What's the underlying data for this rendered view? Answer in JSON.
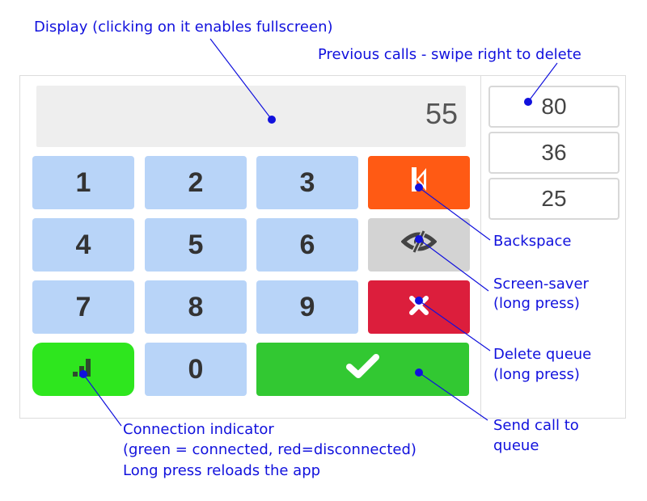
{
  "display": {
    "value": "55"
  },
  "keypad": {
    "digits": [
      "1",
      "2",
      "3",
      "4",
      "5",
      "6",
      "7",
      "8",
      "9",
      "0"
    ]
  },
  "previous_calls": [
    "80",
    "36",
    "25"
  ],
  "colors": {
    "digit_key": "#b8d4f8",
    "backspace": "#ff5a14",
    "screensaver": "#d3d3d3",
    "delete_queue": "#dc1e3c",
    "connection_connected": "#2ee61e",
    "send": "#32c832",
    "annotation": "#1111dd"
  },
  "icons": {
    "backspace": "backspace-icon",
    "screensaver": "eye-slash-icon",
    "delete_queue": "x-icon",
    "connection": "signal-bars-icon",
    "send": "checkmark-icon"
  },
  "annotations": {
    "display": "Display (clicking on it enables fullscreen)",
    "previous_calls": "Previous calls - swipe right to delete",
    "backspace": "Backspace",
    "screensaver_1": "Screen-saver",
    "screensaver_2": "(long press)",
    "delete_queue_1": "Delete queue",
    "delete_queue_2": "(long press)",
    "send_1": "Send call to",
    "send_2": "queue",
    "connection_1": "Connection indicator",
    "connection_2": "(green = connected, red=disconnected)",
    "connection_3": "Long press reloads the app"
  }
}
